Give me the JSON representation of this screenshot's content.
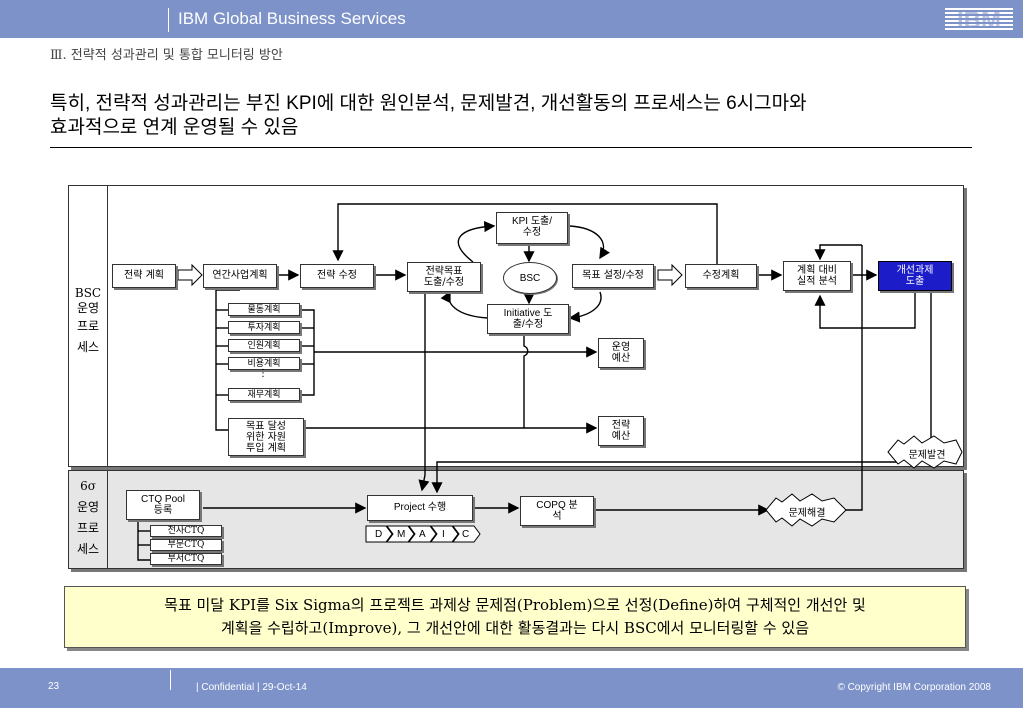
{
  "header": {
    "title": "IBM Global Business Services",
    "logo": "IBM"
  },
  "section": "Ⅲ. 전략적 성과관리 및 통합 모니터링 방안",
  "headline": {
    "line1": "특히, 전략적 성과관리는 부진 KPI에 대한 원인분석, 문제발견, 개선활동의 프로세스는 6시그마와",
    "line2": "효과적으로 연계 운영될 수 있음"
  },
  "rows": {
    "bsc": {
      "l1": "BSC",
      "l2": "운영",
      "l3": "프로",
      "l4": "세스"
    },
    "sigma": {
      "l1": "6σ",
      "l2": "운영",
      "l3": "프로",
      "l4": "세스"
    }
  },
  "boxes": {
    "strategy_plan": "전략 계획",
    "annual_plan": "연간사업계획",
    "strategy_mod": "전략 수정",
    "goal_l1": "전략목표",
    "goal_l2": "도출/수정",
    "kpi_l1": "KPI 도출/",
    "kpi_l2": "수정",
    "bsc": "BSC",
    "target": "목표 설정/수정",
    "init_l1": "Initiative 도",
    "init_l2": "출/수정",
    "correction": "수정계획",
    "analysis_l1": "계획 대비",
    "analysis_l2": "실적 분석",
    "improve_l1": "개선과제",
    "improve_l2": "도출",
    "sub_plans": [
      "물동계획",
      "투자계획",
      "인원계획",
      "비용계획",
      "재무계획"
    ],
    "dots": "⋮",
    "resource_l1": "목표 달성",
    "resource_l2": "위한 자원",
    "resource_l3": "투입 계획",
    "op_budget_l1": "운영",
    "op_budget_l2": "예산",
    "st_budget_l1": "전략",
    "st_budget_l2": "예산",
    "problem_found": "문제발견",
    "ctq_l1": "CTQ Pool",
    "ctq_l2": "등록",
    "ctq_sub": [
      "전사CTQ",
      "부문CTQ",
      "부서CTQ"
    ],
    "project": "Project 수행",
    "phases": [
      "D",
      "M",
      "A",
      "I",
      "C"
    ],
    "copq_l1": "COPQ 분",
    "copq_l2": "석",
    "problem_solved": "문제해결"
  },
  "note": {
    "line1": "목표 미달 KPI를 Six Sigma의 프로젝트 과제상 문제점(Problem)으로 선정(Define)하여 구체적인 개선안 및",
    "line2": "계획을 수립하고(Improve), 그 개선안에 대한 활동결과는 다시 BSC에서 모니터링할 수 있음"
  },
  "footer": {
    "page": "23",
    "confidential": "| Confidential  |  29-Oct-14",
    "copyright": "© Copyright IBM Corporation 2008"
  },
  "colors": {
    "bar": "#7d92c9",
    "highlight": "#1c1cc8",
    "note_bg": "#ffffcc",
    "sigma_bg": "#e6e6e6"
  }
}
